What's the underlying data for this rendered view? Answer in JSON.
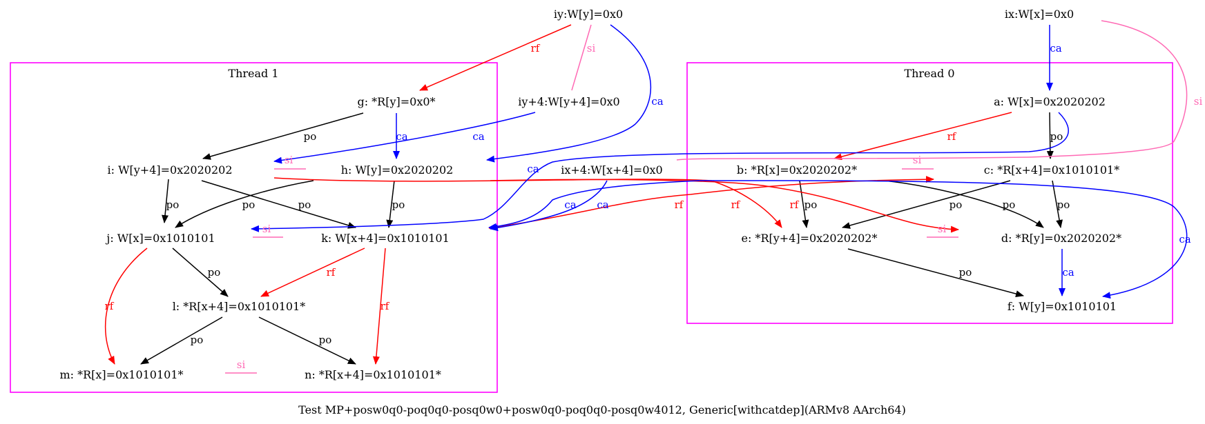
{
  "caption": "Test MP+posw0q0-poq0q0-posq0w0+posw0q0-poq0q0-posq0w4012, Generic[withcatdep](ARMv8 AArch64)",
  "colors": {
    "po": "#000000",
    "rf": "#ff0000",
    "ca": "#0000ff",
    "si": "#ff69b4",
    "cluster": "#ff00ff"
  },
  "clusters": {
    "thread1": {
      "label": "Thread 1"
    },
    "thread0": {
      "label": "Thread 0"
    }
  },
  "nodes": {
    "iy": {
      "label": "iy:W[y]=0x0"
    },
    "ix": {
      "label": "ix:W[x]=0x0"
    },
    "iy4": {
      "label": "iy+4:W[y+4]=0x0"
    },
    "ix4": {
      "label": "ix+4:W[x+4]=0x0"
    },
    "g": {
      "label": "g: *R[y]=0x0*"
    },
    "i": {
      "label": "i: W[y+4]=0x2020202"
    },
    "h": {
      "label": "h: W[y]=0x2020202"
    },
    "j": {
      "label": "j: W[x]=0x1010101"
    },
    "k": {
      "label": "k: W[x+4]=0x1010101"
    },
    "l": {
      "label": "l: *R[x+4]=0x1010101*"
    },
    "m": {
      "label": "m: *R[x]=0x1010101*"
    },
    "n": {
      "label": "n: *R[x+4]=0x1010101*"
    },
    "a": {
      "label": "a: W[x]=0x2020202"
    },
    "b": {
      "label": "b: *R[x]=0x2020202*"
    },
    "c": {
      "label": "c: *R[x+4]=0x1010101*"
    },
    "e": {
      "label": "e: *R[y+4]=0x2020202*"
    },
    "d": {
      "label": "d: *R[y]=0x2020202*"
    },
    "f": {
      "label": "f: W[y]=0x1010101"
    }
  },
  "edge_labels": {
    "po": "po",
    "rf": "rf",
    "ca": "ca",
    "si": "si"
  }
}
